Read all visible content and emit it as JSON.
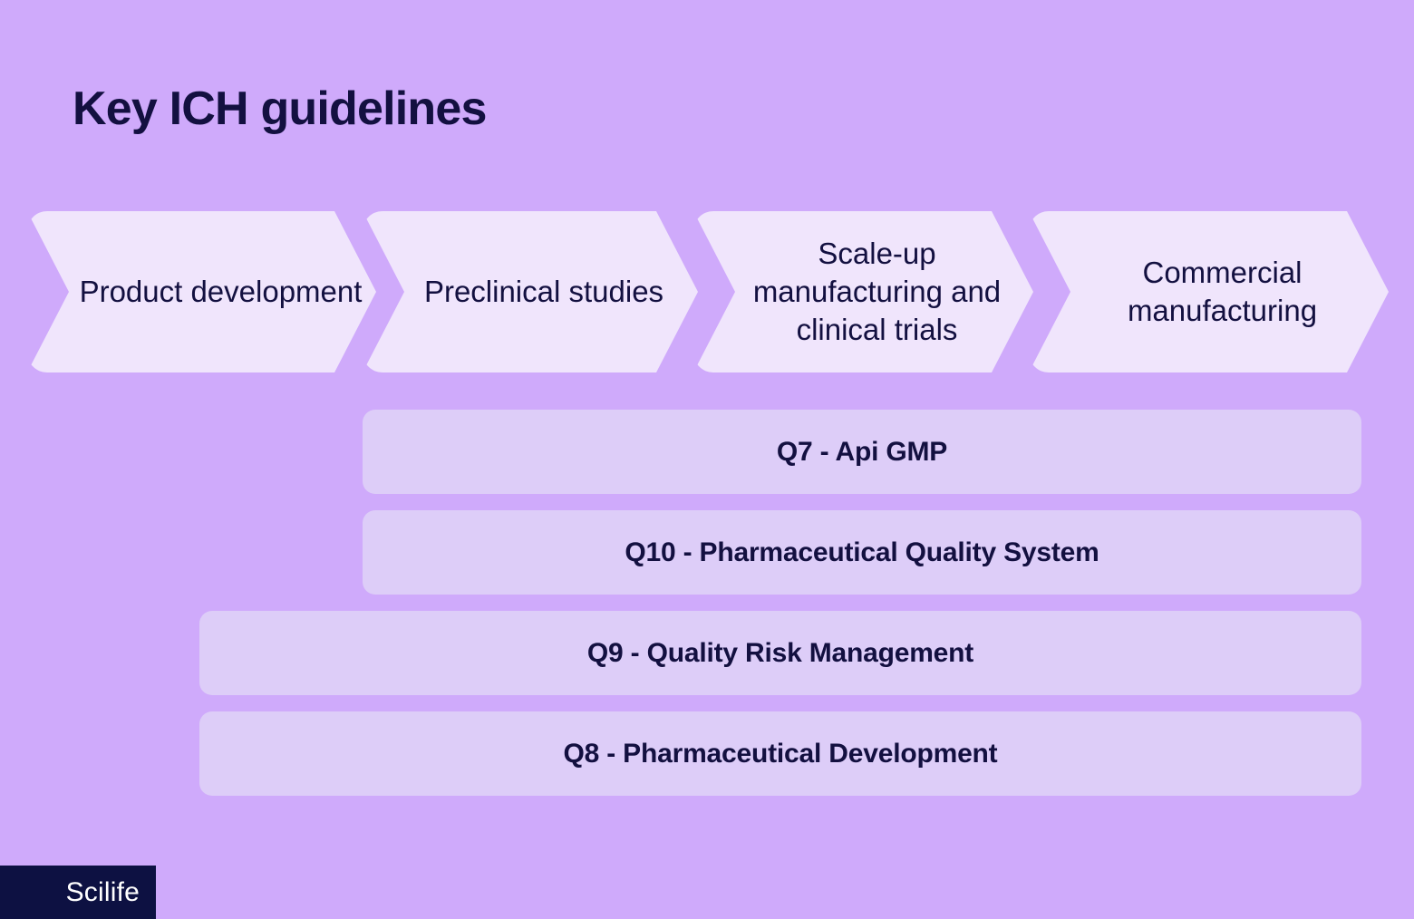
{
  "page": {
    "title": "Key ICH guidelines",
    "background_color": "#cfaafb",
    "text_color": "#131040"
  },
  "stages": {
    "fill_color": "#f0e5fc",
    "items": [
      {
        "label": "Product development"
      },
      {
        "label": "Preclinical studies"
      },
      {
        "label": "Scale-up manufacturing and clinical trials"
      },
      {
        "label": "Commercial manufacturing"
      }
    ]
  },
  "guidelines": {
    "fill_color": "#ddcdf8",
    "items": [
      {
        "label": "Q7 - Api GMP"
      },
      {
        "label": "Q10 - Pharmaceutical Quality System"
      },
      {
        "label": "Q9 - Quality Risk Management"
      },
      {
        "label": "Q8 - Pharmaceutical Development"
      }
    ]
  },
  "brand": {
    "name": "Scilife",
    "background_color": "#0d1142",
    "text_color": "#ffffff"
  }
}
